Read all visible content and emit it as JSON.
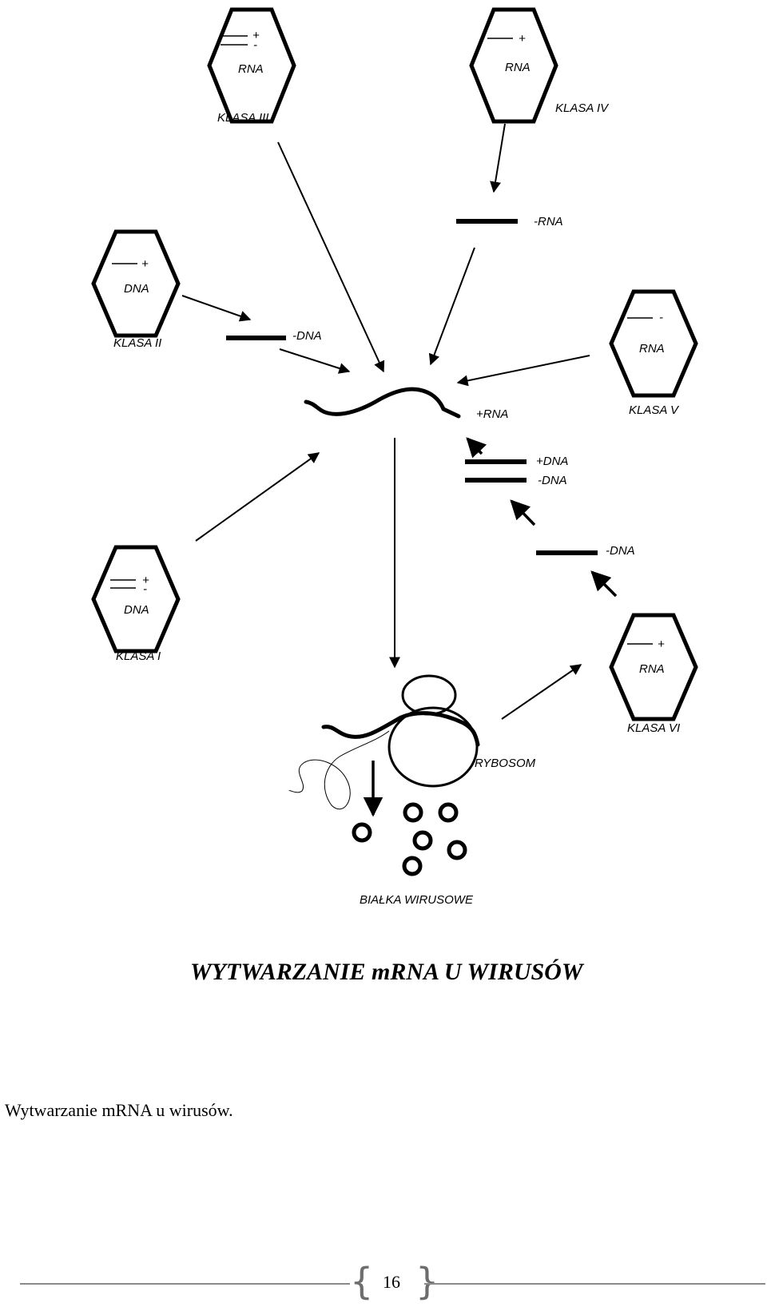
{
  "diagram": {
    "title": "WYTWARZANIE mRNA U WIRUSÓW",
    "classes": {
      "class_3": {
        "label": "KLASA III",
        "molecule": "RNA",
        "strands": [
          "+",
          "-"
        ]
      },
      "class_4": {
        "label": "KLASA IV",
        "molecule": "RNA",
        "strands": [
          "+"
        ]
      },
      "class_2": {
        "label": "KLASA II",
        "molecule": "DNA",
        "strands": [
          "+"
        ]
      },
      "class_5": {
        "label": "KLASA V",
        "molecule": "RNA",
        "strands": [
          "-"
        ]
      },
      "class_1": {
        "label": "KLASA I",
        "molecule": "DNA",
        "strands": [
          "+",
          "-"
        ]
      },
      "class_6": {
        "label": "KLASA VI",
        "molecule": "RNA",
        "strands": [
          "+"
        ]
      }
    },
    "intermediates": {
      "minus_rna": "-RNA",
      "minus_dna_class2": "-DNA",
      "plus_dna": "+DNA",
      "minus_dna_pair": "-DNA",
      "minus_dna_class6": "-DNA"
    },
    "mrna_label": "+RNA",
    "ribosome_label": "RYBOSOM",
    "proteins_label": "BIAŁKA WIRUSOWE"
  },
  "caption": "Wytwarzanie mRNA u wirusów.",
  "footer": {
    "page_number": "16"
  }
}
